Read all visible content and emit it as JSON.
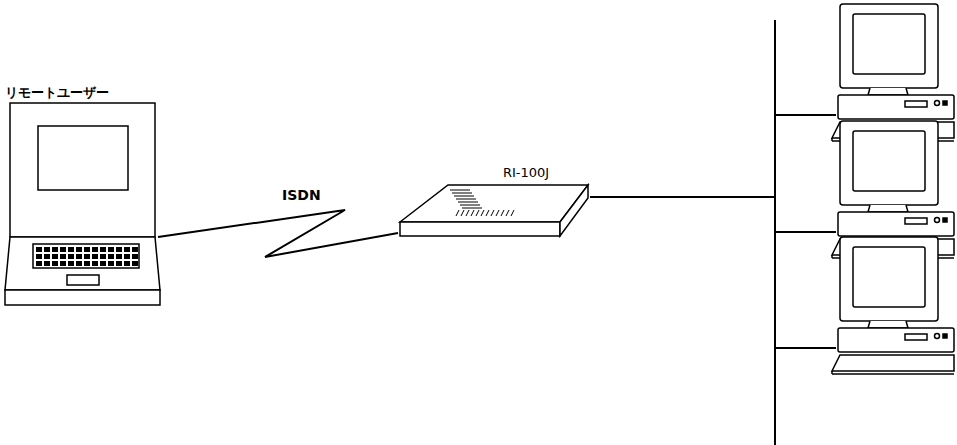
{
  "diagram": {
    "nodes": [
      {
        "text": [
          "リモートユーザー"
        ]
      },
      {
        "text": [
          "RI-100J"
        ]
      }
    ],
    "edges": [
      {
        "from": 0,
        "to": 1,
        "arrow": "none",
        "label": "ISDN"
      }
    ]
  }
}
